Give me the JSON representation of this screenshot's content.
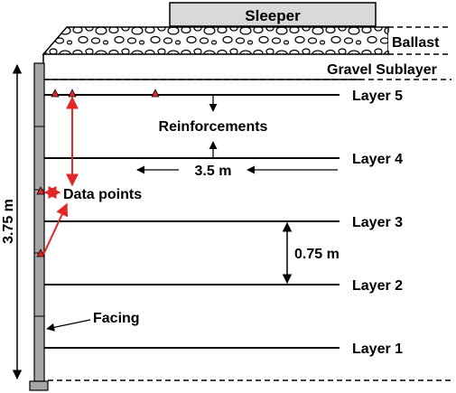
{
  "labels": {
    "sleeper": "Sleeper",
    "ballast": "Ballast",
    "gravel": "Gravel Sublayer",
    "layer5": "Layer 5",
    "layer4": "Layer 4",
    "layer3": "Layer 3",
    "layer2": "Layer 2",
    "layer1": "Layer 1",
    "reinforcements": "Reinforcements",
    "width": "3.5 m",
    "spacing": "0.75 m",
    "data_points": "Data points",
    "facing": "Facing",
    "height": "3.75 m"
  },
  "colors": {
    "line": "#000000",
    "facing": "#a6a6a6",
    "sleeper": "#d9d9d9",
    "accent": "#e32626"
  }
}
